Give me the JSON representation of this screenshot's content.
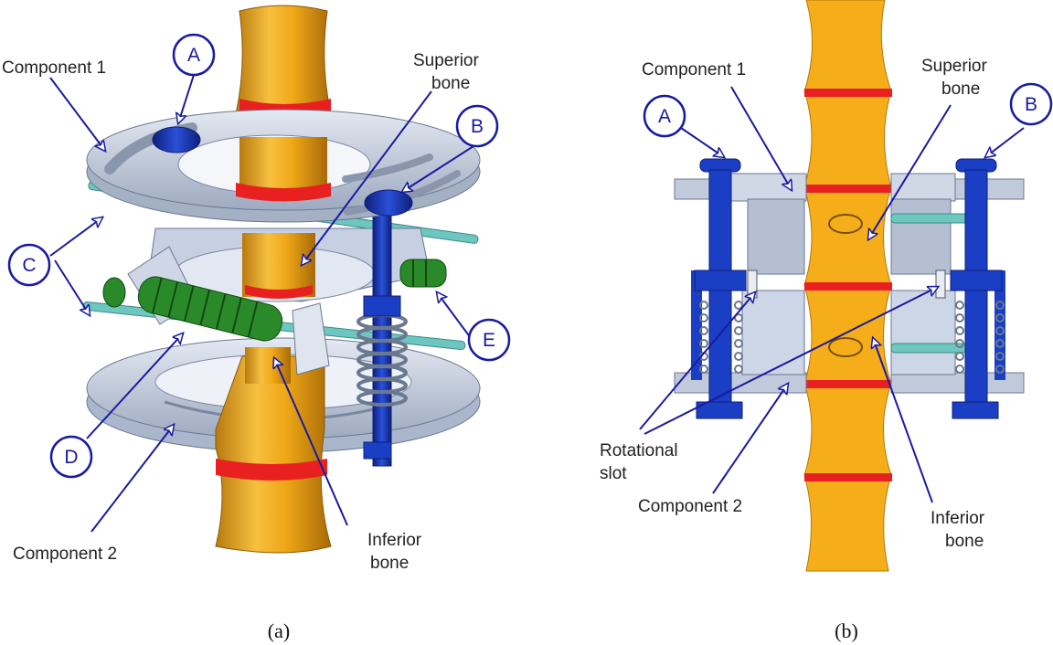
{
  "figure_a": {
    "caption": "(a)",
    "labels": {
      "component1": "Component 1",
      "component2": "Component 2",
      "superior_l1": "Superior",
      "superior_l2": "bone",
      "inferior_l1": "Inferior",
      "inferior_l2": "bone"
    },
    "callouts": {
      "a": "A",
      "b": "B",
      "c": "C",
      "d": "D",
      "e": "E"
    }
  },
  "figure_b": {
    "caption": "(b)",
    "labels": {
      "component1": "Component 1",
      "component2": "Component 2",
      "superior_l1": "Superior",
      "superior_l2": "bone",
      "inferior_l1": "Inferior",
      "inferior_l2": "bone",
      "rotational_l1": "Rotational",
      "rotational_l2": "slot"
    },
    "callouts": {
      "a": "A",
      "b": "B"
    }
  },
  "colors": {
    "bone": "#f0a818",
    "bone_band": "#e82020",
    "bolt": "#1a3fc4",
    "bolt_dark": "#0e1f7a",
    "ring": "#b8c4d8",
    "ring_light": "#d8e0ee",
    "rod": "#6ec6c0",
    "spring_green": "#2a8a2a",
    "callout": "#1a1aa0"
  }
}
